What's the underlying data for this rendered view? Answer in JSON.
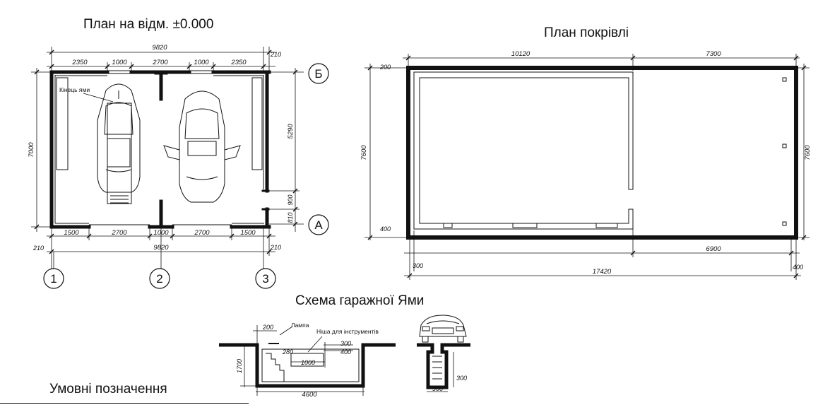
{
  "titles": {
    "floor_plan": "План на відм. ±0.000",
    "roof_plan": "План покрівлі",
    "pit_scheme": "Схема гаражної Ями",
    "legend": "Умовні позначення"
  },
  "floor_plan": {
    "axes": {
      "a": "А",
      "b": "Б",
      "n1": "1",
      "n2": "2",
      "n3": "3"
    },
    "top_total": "9820",
    "bottom_total": "9820",
    "top_segments": [
      "2350",
      "1000",
      "2700",
      "1000",
      "2350"
    ],
    "top_right_ext": "210",
    "bottom_segments": [
      "1500",
      "2700",
      "1000",
      "2700",
      "1500"
    ],
    "bottom_left_ext": "210",
    "bottom_right_ext": "210",
    "left_height": "7000",
    "right_segments": [
      "5290",
      "900",
      "810"
    ],
    "pit_end_note": "Кінець ями"
  },
  "roof_plan": {
    "top_segments": [
      "10120",
      "7300"
    ],
    "bottom_total": "17420",
    "bottom_mid": "6900",
    "bottom_left": "300",
    "bottom_right": "400",
    "left_height": "7600",
    "right_height": "7600",
    "left_top": "200",
    "left_bottom": "400"
  },
  "pit": {
    "lamp_note": "Лампа",
    "niche_note": "Ніша для інструментів",
    "dims": {
      "top_left": "200",
      "niche_w": "280",
      "niche_h1": "300",
      "niche_h2": "400",
      "niche_len": "1000",
      "depth": "1700",
      "length": "4600",
      "side_w": "900",
      "side_extra": "300"
    }
  }
}
